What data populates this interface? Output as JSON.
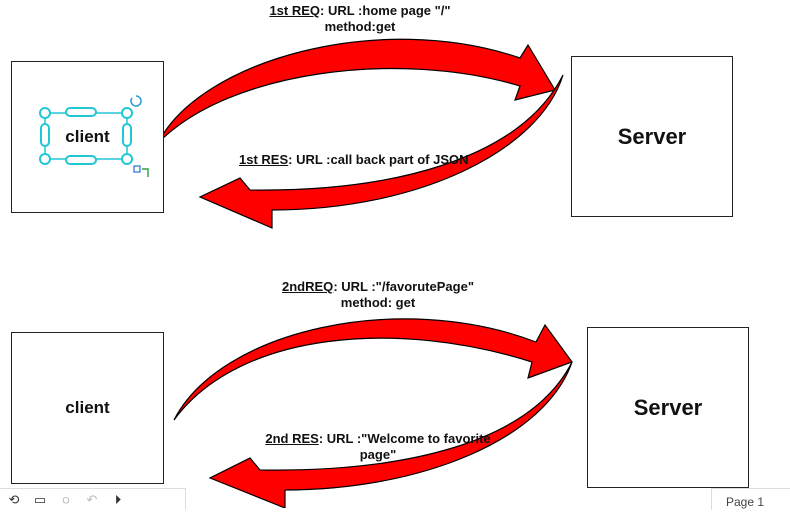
{
  "diagram": {
    "top": {
      "client_label": "client",
      "server_label": "Server",
      "request": {
        "prefix": "1st REQ",
        "text": ": URL :home page \"/\"",
        "line2": "method:get"
      },
      "response": {
        "prefix": "1st RES",
        "text": ": URL :call back part of JSON"
      }
    },
    "bottom": {
      "client_label": "client",
      "server_label": "Server",
      "request": {
        "prefix": "2ndREQ",
        "text": ": URL :\"/favorutePage\"",
        "line2": "method: get"
      },
      "response": {
        "prefix": "2nd RES",
        "text": ": URL :\"Welcome to favorite",
        "line2": "page\""
      }
    },
    "colors": {
      "arrow_fill": "#ff0000",
      "arrow_stroke": "#000000",
      "selection": "#22c7d6"
    }
  },
  "toolbar": {
    "icons": [
      "lasso-icon",
      "video-icon",
      "comment-icon",
      "undo-icon",
      "play-icon"
    ]
  },
  "corner_panel": {
    "text": "Page 1"
  }
}
